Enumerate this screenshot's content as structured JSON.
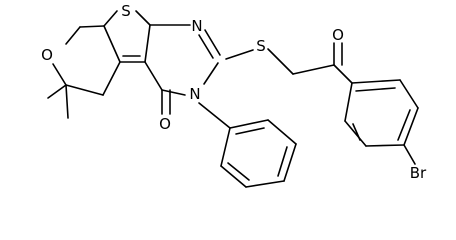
{
  "atoms": {
    "o_pyran": "O",
    "s_thiophene": "S",
    "n_top": "N",
    "n_ring": "N",
    "o_carbonyl": "O",
    "s_thioether": "S",
    "o_ketone": "O",
    "br": "Br"
  },
  "colors": {
    "bond": "#000000",
    "text": "#000000",
    "background": "#ffffff"
  }
}
